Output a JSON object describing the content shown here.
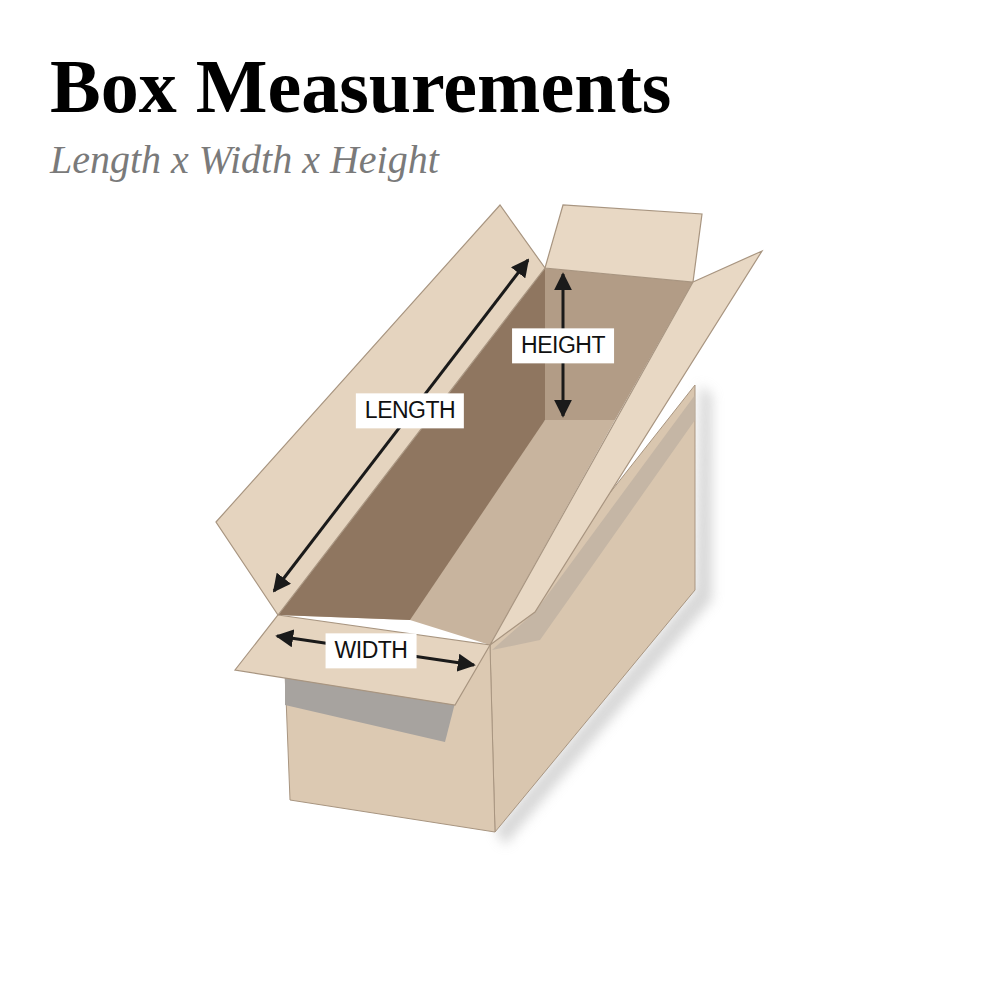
{
  "diagram": {
    "title": "Box Measurements",
    "caption": "Length x Width x Height",
    "labels": [
      "LENGTH",
      "HEIGHT",
      "WIDTH"
    ]
  }
}
